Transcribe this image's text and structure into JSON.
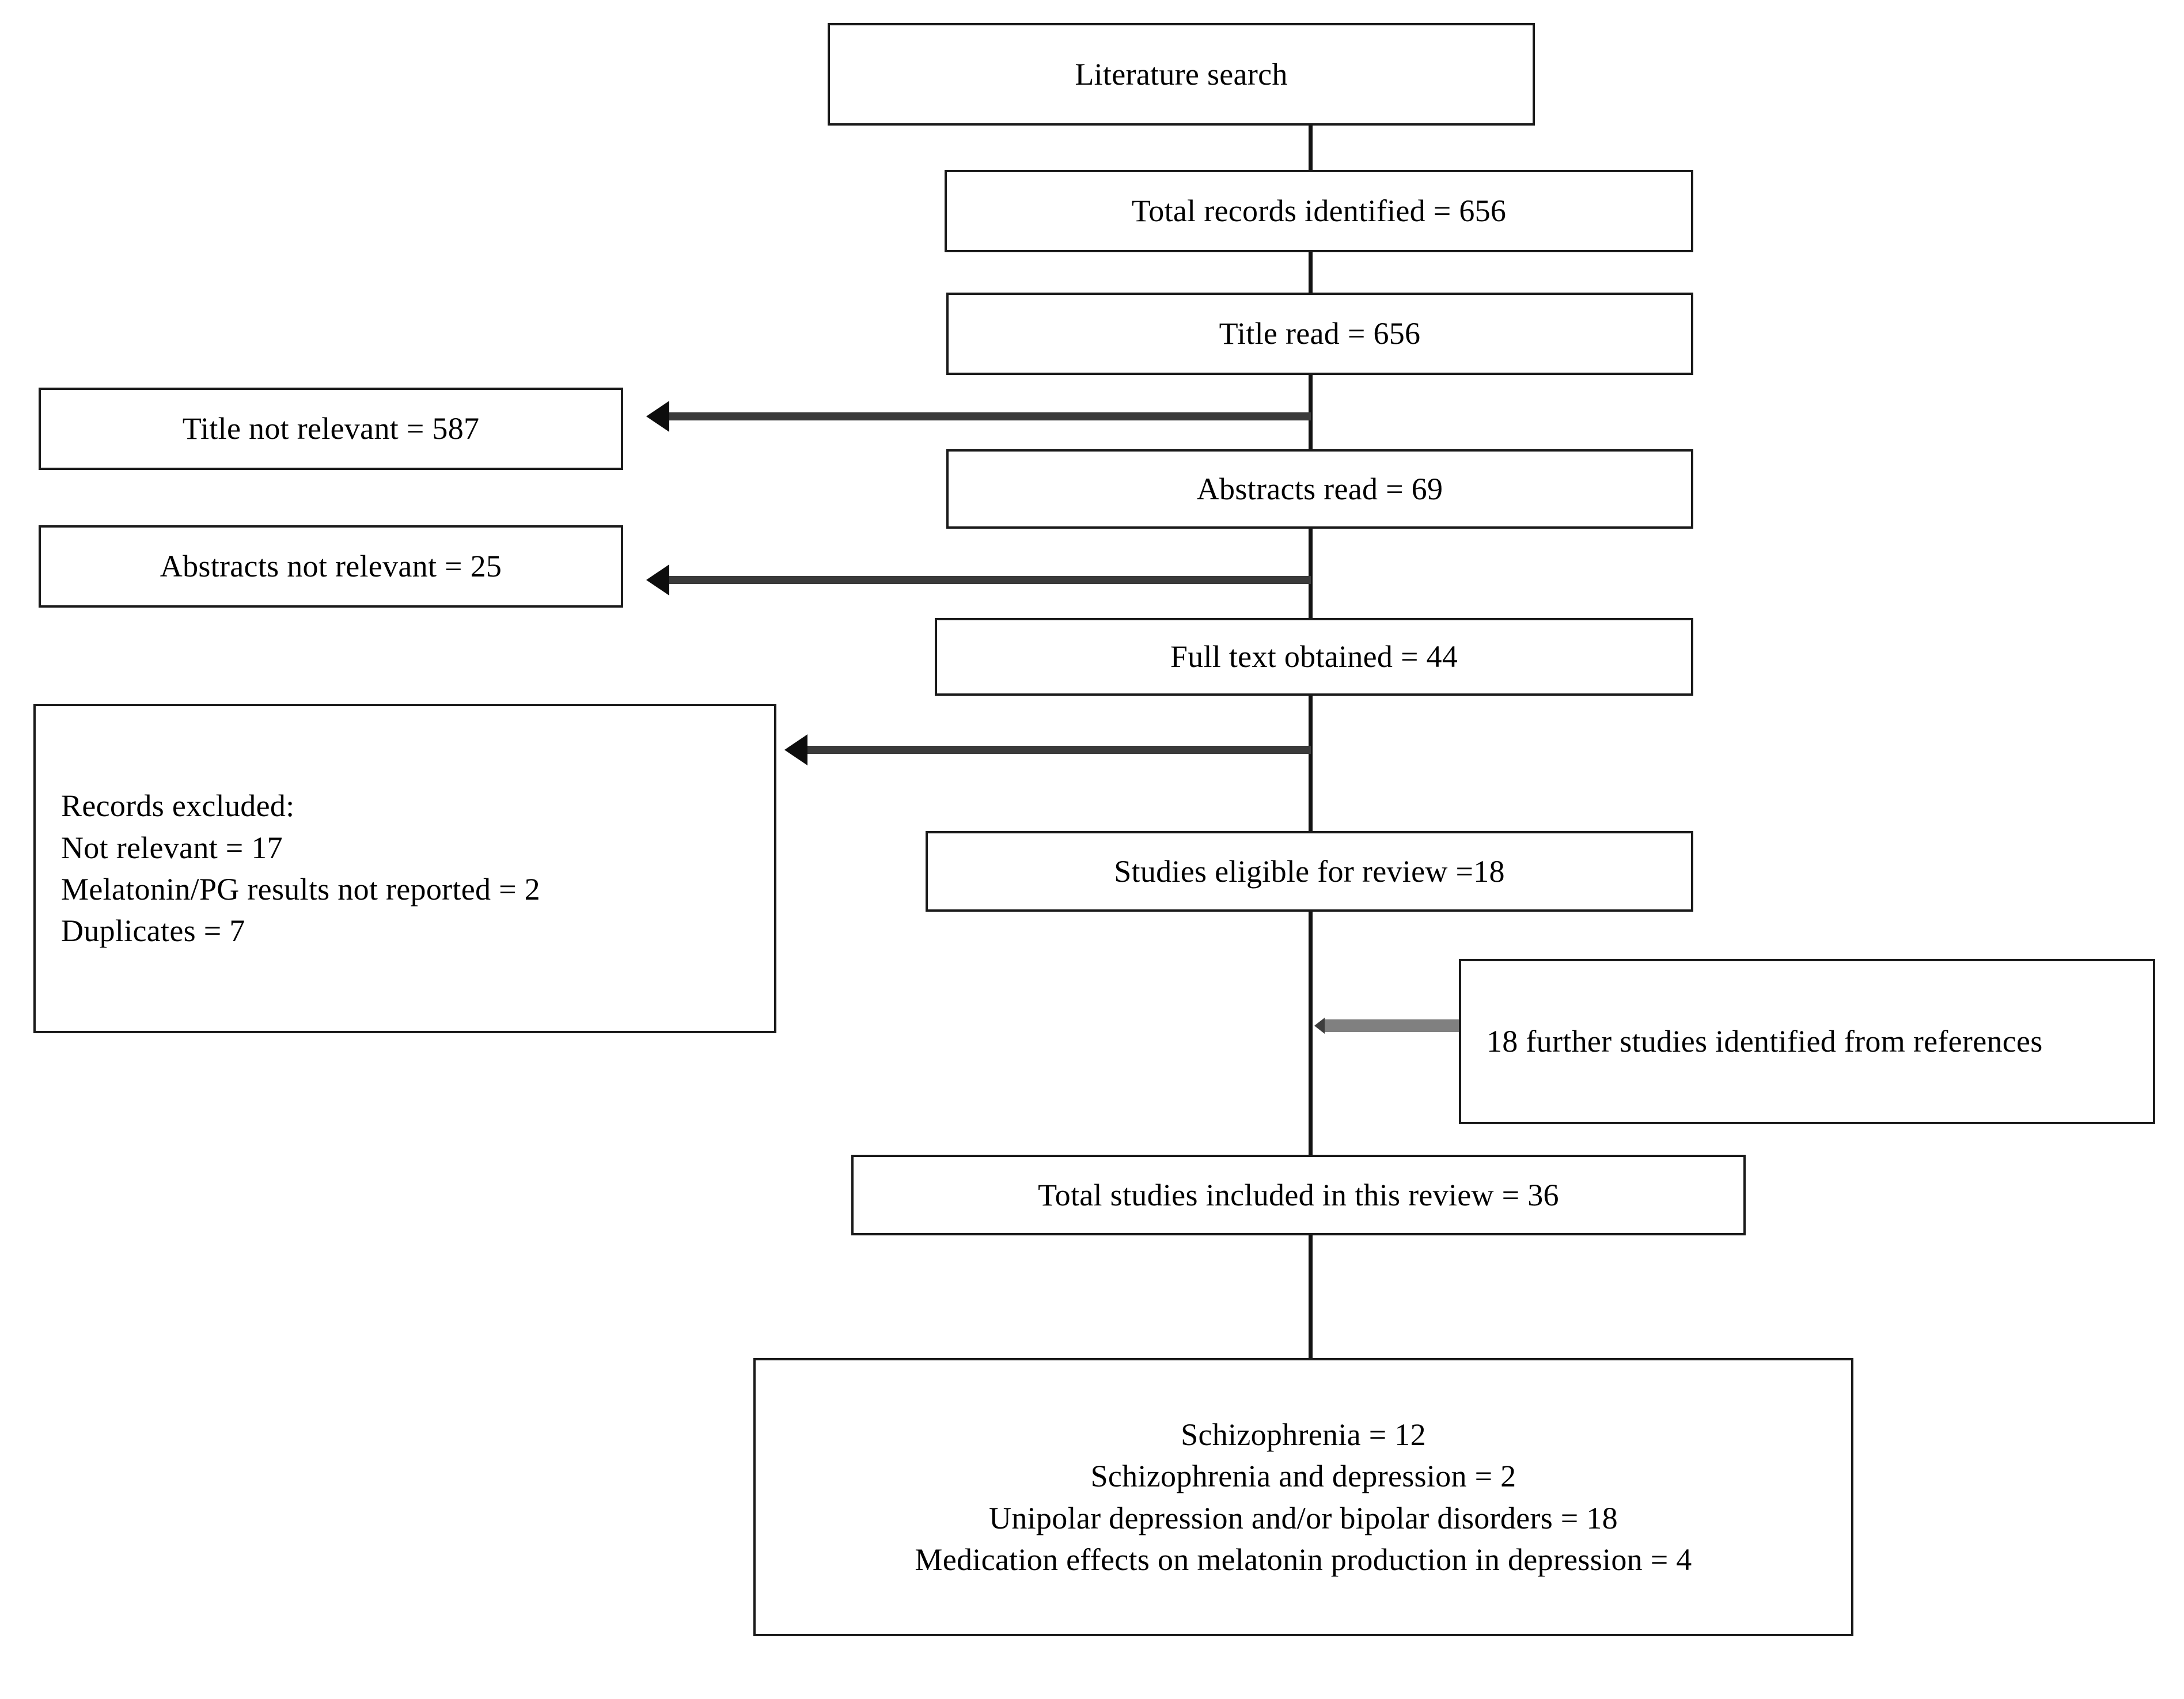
{
  "diagram": {
    "title": "PRISMA-style literature selection flowchart",
    "colors": {
      "box_border": "#1a1a1a",
      "connector": "#3a3a3a",
      "gray_connector": "#808080",
      "background": "#ffffff",
      "text": "#000000"
    },
    "nodes": {
      "literature_search": "Literature search",
      "total_records": "Total records identified = 656",
      "title_read": "Title read = 656",
      "title_not_relevant": "Title not relevant = 587",
      "abstracts_read": "Abstracts read = 69",
      "abstracts_not_relevant": "Abstracts not relevant = 25",
      "full_text_obtained": "Full text obtained = 44",
      "records_excluded": "Records excluded:\nNot relevant = 17\nMelatonin/PG results not reported = 2\nDuplicates = 7",
      "studies_eligible": "Studies eligible for review =18",
      "further_studies": "18 further studies identified from references",
      "total_included": "Total studies included in this review = 36",
      "breakdown": "Schizophrenia = 12\nSchizophrenia and depression = 2\nUnipolar depression and/or bipolar disorders = 18\nMedication effects on melatonin production in depression = 4"
    },
    "counts": {
      "total_records_identified": 656,
      "titles_read": 656,
      "titles_not_relevant": 587,
      "abstracts_read": 69,
      "abstracts_not_relevant": 25,
      "full_text_obtained": 44,
      "excluded_not_relevant": 17,
      "excluded_results_not_reported": 2,
      "excluded_duplicates": 7,
      "studies_eligible_for_review": 18,
      "further_studies_from_references": 18,
      "total_studies_included": 36,
      "schizophrenia": 12,
      "schizophrenia_and_depression": 2,
      "unipolar_or_bipolar": 18,
      "medication_effects": 4
    }
  }
}
